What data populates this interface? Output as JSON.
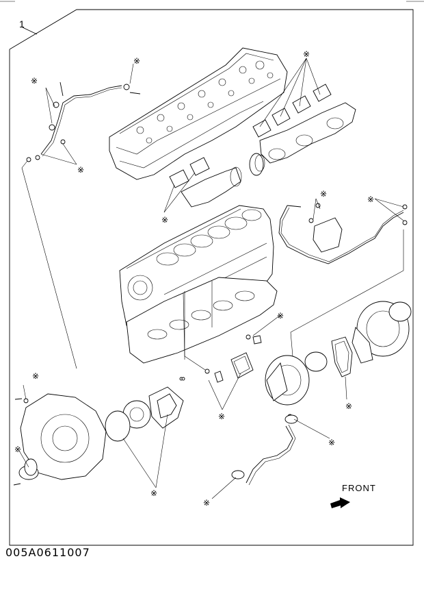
{
  "diagram": {
    "callout_number": "1",
    "asterisk_mark": "※",
    "front_label": "FRONT",
    "drawing_code": "005A0611007"
  }
}
